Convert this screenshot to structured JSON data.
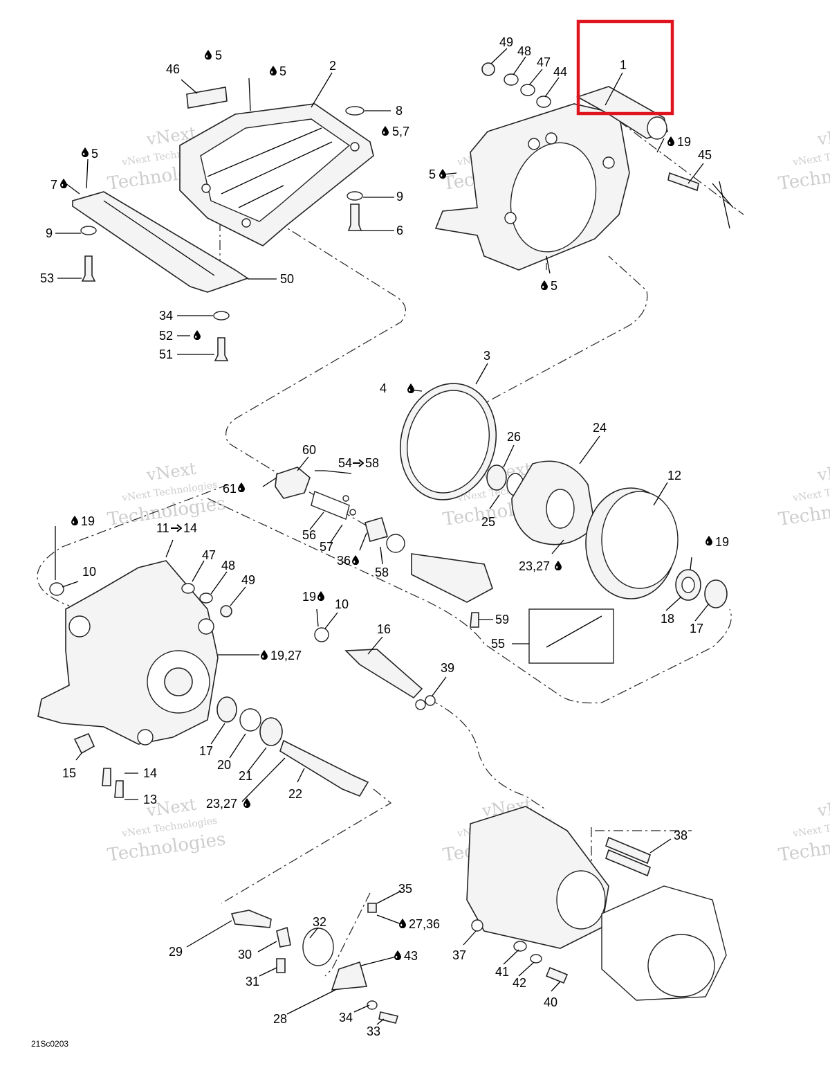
{
  "diagram_ref": "21Sc0203",
  "watermark": {
    "line1": "vNext",
    "line2": "vNext Technologies",
    "line3": "Technologies"
  },
  "highlight": {
    "color": "#e0141e",
    "target_part": "1"
  },
  "icons": {
    "drop": "drop-icon",
    "arrow": "arrow-right-icon"
  },
  "labels": {
    "l1": "1",
    "l2": "2",
    "l3": "3",
    "l4": "4",
    "l5_a": "5",
    "l5_b": "5",
    "l5_c": "5",
    "l5_d": "5",
    "l5_e": "5",
    "l57": "5,7",
    "l6": "6",
    "l7": "7",
    "l8": "8",
    "l9_a": "9",
    "l9_b": "9",
    "l10_a": "10",
    "l10_b": "10",
    "l11_14": "11",
    "l11_14b": "14",
    "l12": "12",
    "l13": "13",
    "l14": "14",
    "l15": "15",
    "l16": "16",
    "l17_a": "17",
    "l17_b": "17",
    "l18": "18",
    "l19_a": "19",
    "l19_b": "19",
    "l19_c": "19",
    "l19_d": "19",
    "l19_27": "19,27",
    "l20": "20",
    "l21": "21",
    "l22": "22",
    "l23_27a": "23,27",
    "l23_27b": "23,27",
    "l24": "24",
    "l25": "25",
    "l26": "26",
    "l27_36": "27,36",
    "l28": "28",
    "l29": "29",
    "l30": "30",
    "l31": "31",
    "l32": "32",
    "l33": "33",
    "l34_a": "34",
    "l34_b": "34",
    "l35": "35",
    "l36": "36",
    "l37": "37",
    "l38": "38",
    "l39": "39",
    "l40": "40",
    "l41": "41",
    "l42": "42",
    "l43": "43",
    "l44": "44",
    "l45": "45",
    "l46": "46",
    "l47_a": "47",
    "l47_b": "47",
    "l48_a": "48",
    "l48_b": "48",
    "l49_a": "49",
    "l49_b": "49",
    "l50": "50",
    "l51": "51",
    "l52": "52",
    "l53": "53",
    "l54_58": "54",
    "l54_58b": "58",
    "l55": "55",
    "l56": "56",
    "l57n": "57",
    "l58": "58",
    "l59": "59",
    "l60": "60",
    "l61": "61"
  }
}
